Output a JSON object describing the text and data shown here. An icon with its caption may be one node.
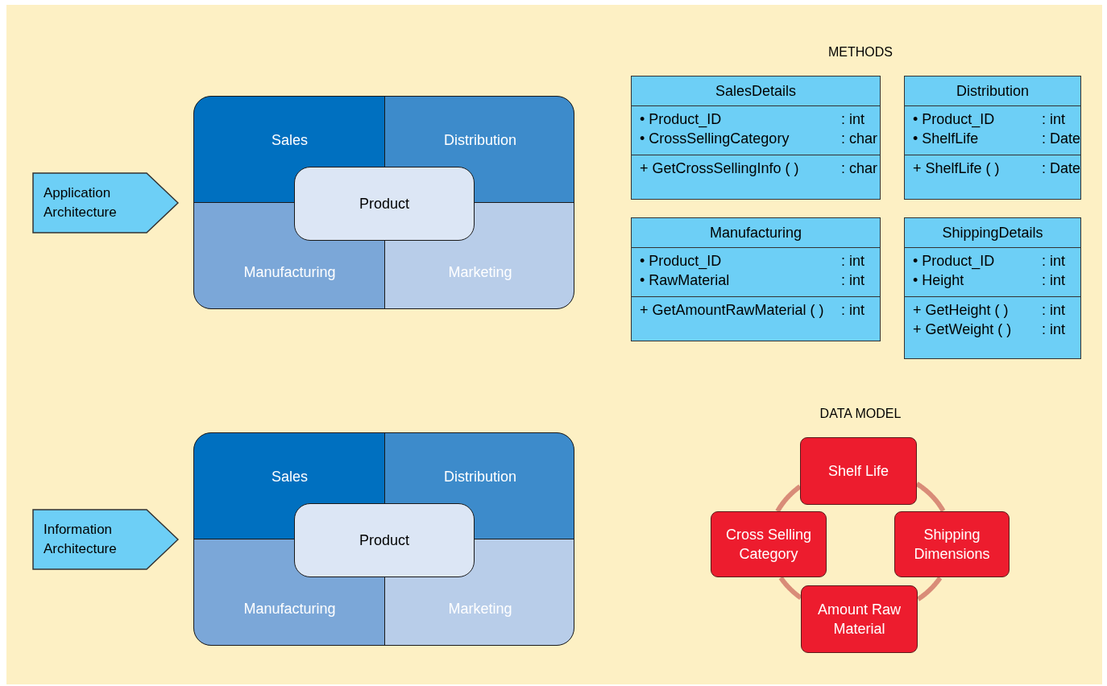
{
  "diagram": {
    "nodes": [
      {
        "text": [
          "Application Architecture"
        ]
      },
      {
        "text": [],
        "shape": "box"
      },
      {
        "text": [
          "Sales"
        ],
        "in": 1
      },
      {
        "text": [
          "Distribution"
        ],
        "in": 1
      },
      {
        "text": [
          "Manufacturing"
        ],
        "in": 1
      },
      {
        "text": [
          "Marketing"
        ],
        "in": 1
      },
      {
        "text": [
          "Product"
        ],
        "in": 1
      },
      {
        "text": [
          "Information Architecture"
        ]
      },
      {
        "text": [],
        "shape": "box"
      },
      {
        "text": [
          "Sales"
        ],
        "in": 8
      },
      {
        "text": [
          "Distribution"
        ],
        "in": 8
      },
      {
        "text": [
          "Manufacturing"
        ],
        "in": 8
      },
      {
        "text": [
          "Marketing"
        ],
        "in": 8
      },
      {
        "text": [
          "Product"
        ],
        "in": 8
      },
      {
        "text": [
          "SalesDetails",
          "• Product_ID",
          ": int",
          "• CrossSellingCategory",
          ": char",
          "+ GetCrossSellingInfo ( )",
          ": char"
        ]
      },
      {
        "text": [
          "Distribution",
          "• Product_ID",
          ": int",
          "• ShelfLife",
          ": Date",
          "+ ShelfLife ( )",
          ": Date"
        ]
      },
      {
        "text": [
          "Manufacturing",
          "• Product_ID",
          ": int",
          "• RawMaterial",
          ": int",
          "+ GetAmountRawMaterial ( )",
          ": int"
        ]
      },
      {
        "text": [
          "ShippingDetails",
          "• Product_ID",
          ": int",
          "• Height",
          ": int",
          "+ GetHeight ( )",
          ": int",
          "+ GetWeight ( )",
          ": int"
        ]
      },
      {
        "text": [
          "Shelf Life"
        ]
      },
      {
        "text": [
          "Cross Selling Category"
        ]
      },
      {
        "text": [
          "Shipping Dimensions"
        ]
      },
      {
        "text": [
          "Amount Raw Material"
        ]
      }
    ],
    "edges": [
      {
        "from": 18,
        "to": 20,
        "arrow": "none"
      },
      {
        "from": 20,
        "to": 21,
        "arrow": "none"
      },
      {
        "from": 21,
        "to": 19,
        "arrow": "none"
      },
      {
        "from": 19,
        "to": 18,
        "arrow": "none"
      }
    ],
    "labels": [
      "METHODS",
      "DATA MODEL"
    ]
  }
}
